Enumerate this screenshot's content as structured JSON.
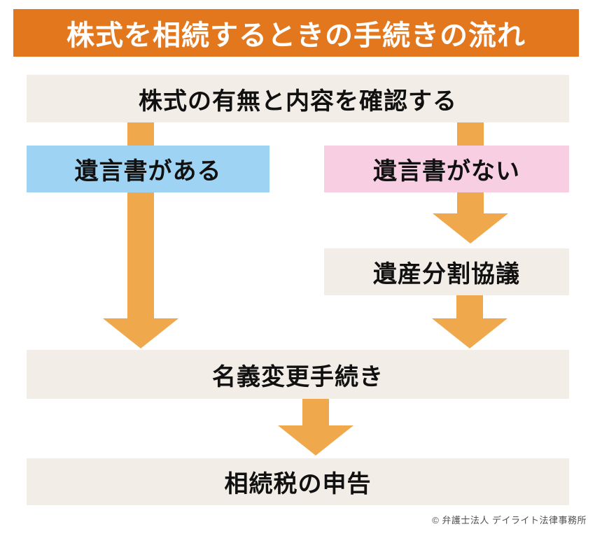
{
  "title": "株式を相続するときの手続きの流れ",
  "colors": {
    "header_bg": "#e3771e",
    "arrow": "#f0a84c",
    "box_beige": "#f2ede7",
    "box_blue": "#9ed3f3",
    "box_pink": "#f8cee2",
    "text": "#111111",
    "copyright": "#4f4f4f"
  },
  "flow": {
    "step_confirm": "株式の有無と内容を確認する",
    "branch_will_yes": "遺言書がある",
    "branch_will_no": "遺言書がない",
    "step_division": "遺産分割協議",
    "step_name_change": "名義変更手続き",
    "step_tax": "相続税の申告"
  },
  "footer": {
    "copyright": "© 弁護士法人 デイライト法律事務所"
  }
}
